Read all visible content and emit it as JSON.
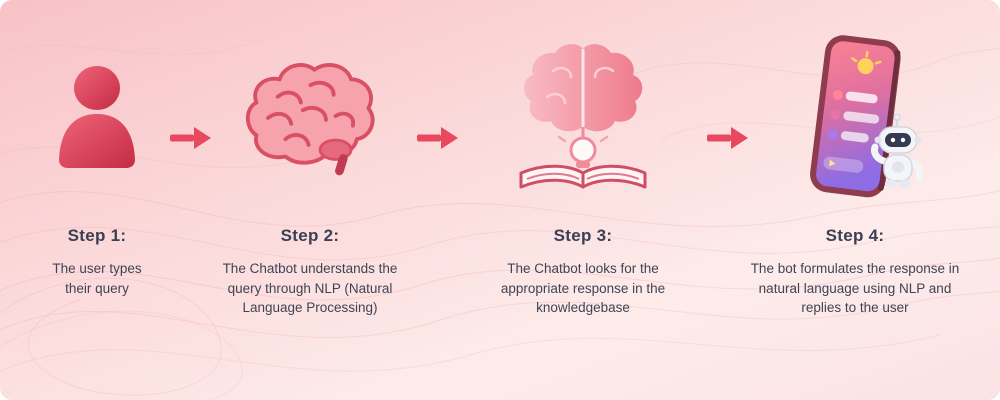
{
  "title": "Chatbot process infographic",
  "colors": {
    "accent": "#e8495f",
    "background_top": "#f8c2c6",
    "background_bottom": "#fdeceb",
    "title_text": "#3a3f55",
    "body_text": "#3f4455"
  },
  "steps": [
    {
      "title": "Step 1:",
      "description": "The user types their query",
      "icon": "user-icon"
    },
    {
      "title": "Step 2:",
      "description": "The Chatbot understands the query through NLP (Natural Language Processing)",
      "icon": "brain-icon"
    },
    {
      "title": "Step 3:",
      "description": "The Chatbot looks for the appropriate response in the knowledgebase",
      "icon": "knowledgebase-icon"
    },
    {
      "title": "Step 4:",
      "description": "The bot formulates the response in natural language using NLP and replies to the user",
      "icon": "phone-bot-icon"
    }
  ],
  "arrows": {
    "icon": "arrow-right-icon",
    "count": 3,
    "color": "#e8495f"
  }
}
